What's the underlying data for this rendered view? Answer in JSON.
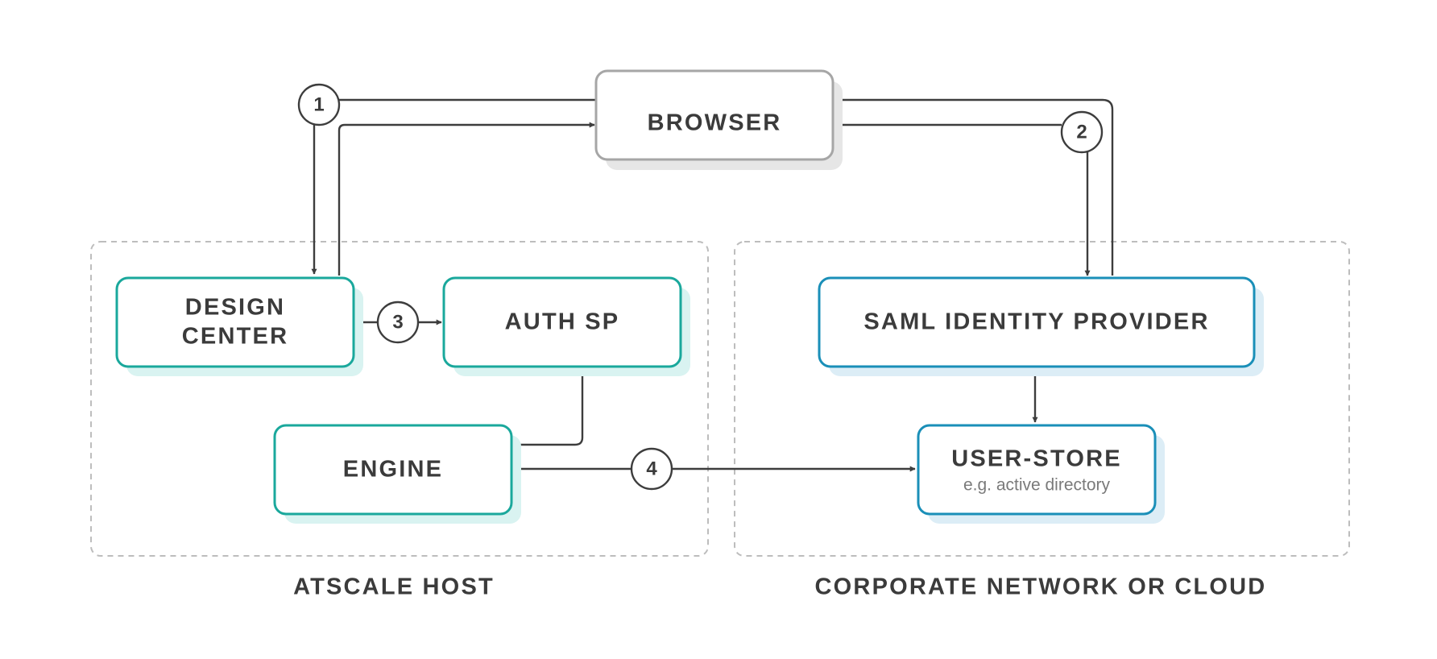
{
  "nodes": {
    "browser": "BROWSER",
    "design_center": [
      "DESIGN",
      "CENTER"
    ],
    "auth_sp": "AUTH SP",
    "engine": "ENGINE",
    "saml_idp": "SAML IDENTITY PROVIDER",
    "user_store": "USER-STORE",
    "user_store_sub": "e.g. active directory"
  },
  "groups": {
    "atscale_host": "ATSCALE HOST",
    "corporate_network": "CORPORATE NETWORK OR CLOUD"
  },
  "steps": [
    "1",
    "2",
    "3",
    "4"
  ],
  "colors": {
    "teal": "#1aa89c",
    "teal_shadow": "#d9f3f1",
    "blue": "#1a8fb8",
    "blue_shadow": "#dcedf6",
    "gray_border": "#a6a6a6",
    "gray_shadow": "#e6e6e6",
    "line": "#3d3d3d",
    "text": "#3b3b3b"
  }
}
